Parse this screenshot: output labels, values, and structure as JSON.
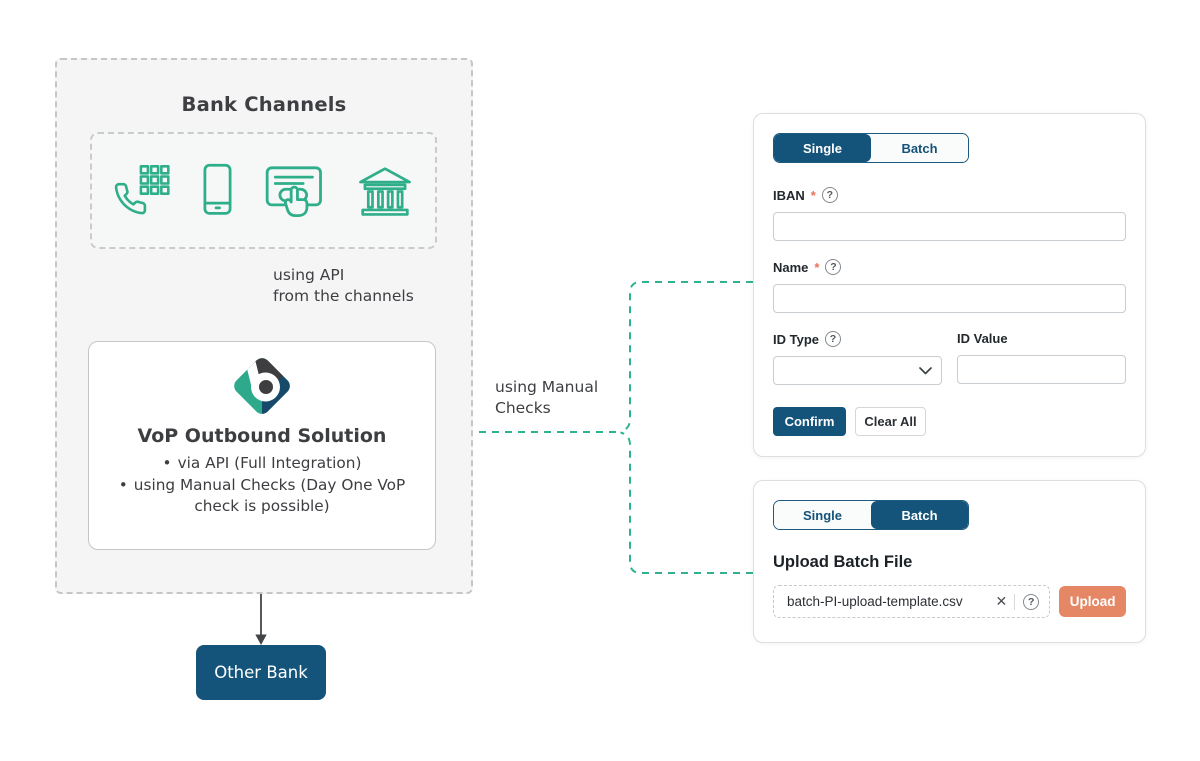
{
  "diagram": {
    "panel_title": "Bank Channels",
    "channel_icons": [
      "phone-keypad-icon",
      "smartphone-icon",
      "online-banking-icon",
      "bank-branch-icon"
    ],
    "api_label_line1": "using API",
    "api_label_line2": "from the channels",
    "vop_title": "VoP Outbound Solution",
    "bullet_char": "•",
    "vop_bullet1": "via API (Full Integration)",
    "vop_bullet2": "using Manual Checks (Day One VoP check is possible)",
    "manual_label_line1": "using Manual",
    "manual_label_line2": "Checks",
    "other_bank_label": "Other Bank"
  },
  "single_form": {
    "tabs": [
      {
        "label": "Single"
      },
      {
        "label": "Batch"
      }
    ],
    "active_tab": "Single",
    "required_marker": "*",
    "help_char": "?",
    "iban_label": "IBAN",
    "iban_value": "",
    "name_label": "Name",
    "name_value": "",
    "id_type_label": "ID Type",
    "id_type_value": "",
    "id_value_label": "ID Value",
    "id_value_value": "",
    "confirm_label": "Confirm",
    "clear_all_label": "Clear All"
  },
  "batch_form": {
    "tabs": [
      {
        "label": "Single"
      },
      {
        "label": "Batch"
      }
    ],
    "active_tab": "Batch",
    "heading": "Upload Batch File",
    "file_name": "batch-PI-upload-template.csv",
    "close_char": "✕",
    "help_char": "?",
    "upload_label": "Upload"
  },
  "colors": {
    "navy": "#15547A",
    "icon_teal": "#2FAE8A",
    "connector_teal": "#2DB391",
    "salmon": "#E58765",
    "required_red": "#E8735A",
    "panel_bg": "#F5F5F6",
    "text_dark": "#3E3F42"
  }
}
